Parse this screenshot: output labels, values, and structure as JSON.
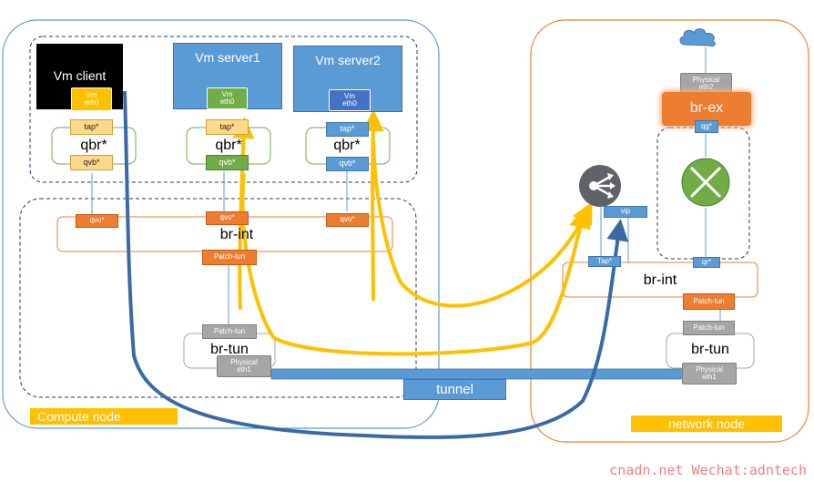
{
  "compute": {
    "label": "Compute node",
    "vm_client": {
      "title": "Vm client",
      "eth_line1": "Vm",
      "eth_line2": "eth0",
      "tap": "tap*",
      "qbr": "qbr*",
      "qvb": "qvb*",
      "qvo": "qvo*"
    },
    "vm_server1": {
      "title": "Vm server1",
      "eth_line1": "Vm",
      "eth_line2": "eth0",
      "tap": "tap*",
      "qbr": "qbr*",
      "qvb": "qvb*",
      "qvo": "qvo*"
    },
    "vm_server2": {
      "title": "Vm server2",
      "eth_line1": "Vm",
      "eth_line2": "eth0",
      "tap": "tap*",
      "qbr": "qbr*",
      "qvb": "qvb*",
      "qvo": "qvo*"
    },
    "br_int": "br-int",
    "patch_tun_top": "Patch-tun",
    "patch_tun": "Patch-tun",
    "br_tun": "br-tun",
    "physical_eth1_line1": "Physical",
    "physical_eth1_line2": "eth1"
  },
  "tunnel_label": "tunnel",
  "network": {
    "label": "network node",
    "physical_eth2_line1": "Physical",
    "physical_eth2_line2": "eth2",
    "br_ex": "br-ex",
    "qg": "qg*",
    "qr": "qr*",
    "tap": "Tap*",
    "vip": "vip",
    "br_int": "br-int",
    "patch_tun_top": "Patch-tun",
    "patch_tun": "Patch-tun",
    "br_tun": "br-tun",
    "physical_eth1_line1": "Physical",
    "physical_eth1_line2": "eth1"
  },
  "watermark": "cnadn.net Wechat:adntech",
  "colors": {
    "flow_blue": "#41719c",
    "flow_yellow": "#ffc000",
    "compute_border": "#5b9bd5",
    "network_border": "#ed7d31",
    "router_green": "#70ad47",
    "lb_gray": "#5f6368"
  },
  "icons": {
    "cloud": "cloud-icon",
    "router": "router-icon",
    "load_balancer": "load-balancer-icon"
  }
}
